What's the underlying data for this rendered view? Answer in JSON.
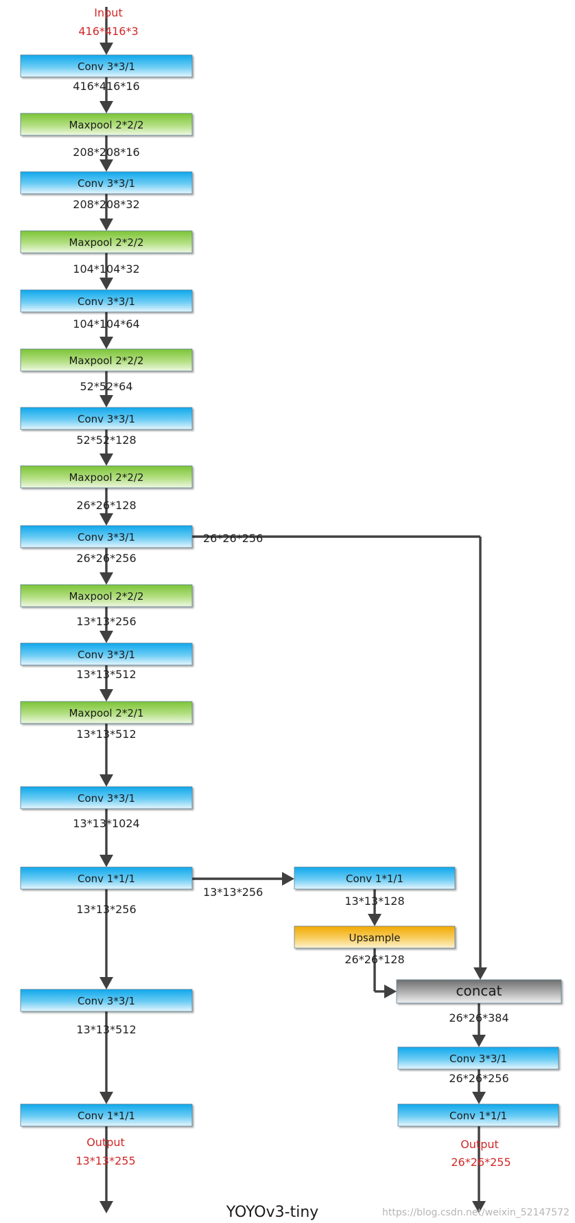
{
  "diagram": {
    "caption": "YOYOv3-tiny",
    "watermark": "https://blog.csdn.net/weixin_52147572",
    "colors": {
      "conv": "#29b6ee",
      "maxpool": "#8cc83c",
      "upsample": "#f4b320",
      "concat": "#8a8a8a",
      "io_text": "#d02828",
      "arrow": "#404040"
    },
    "input": {
      "label": "Input",
      "shape": "416*416*3"
    },
    "left_blocks": [
      {
        "kind": "conv",
        "label": "Conv 3*3/1",
        "out": "416*416*16"
      },
      {
        "kind": "maxpool",
        "label": "Maxpool 2*2/2",
        "out": "208*208*16"
      },
      {
        "kind": "conv",
        "label": "Conv 3*3/1",
        "out": "208*208*32"
      },
      {
        "kind": "maxpool",
        "label": "Maxpool 2*2/2",
        "out": "104*104*32"
      },
      {
        "kind": "conv",
        "label": "Conv 3*3/1",
        "out": "104*104*64"
      },
      {
        "kind": "maxpool",
        "label": "Maxpool 2*2/2",
        "out": "52*52*64"
      },
      {
        "kind": "conv",
        "label": "Conv 3*3/1",
        "out": "52*52*128"
      },
      {
        "kind": "maxpool",
        "label": "Maxpool 2*2/2",
        "out": "26*26*128"
      },
      {
        "kind": "conv",
        "label": "Conv 3*3/1",
        "out": "26*26*256"
      },
      {
        "kind": "maxpool",
        "label": "Maxpool 2*2/2",
        "out": "13*13*256"
      },
      {
        "kind": "conv",
        "label": "Conv 3*3/1",
        "out": "13*13*512"
      },
      {
        "kind": "maxpool",
        "label": "Maxpool 2*2/1",
        "out": "13*13*512"
      },
      {
        "kind": "conv",
        "label": "Conv 3*3/1",
        "out": "13*13*1024"
      },
      {
        "kind": "conv",
        "label": "Conv 1*1/1",
        "out": "13*13*256"
      },
      {
        "kind": "conv",
        "label": "Conv 3*3/1",
        "out": "13*13*512"
      },
      {
        "kind": "conv",
        "label": "Conv 1*1/1",
        "out": ""
      }
    ],
    "left_output": {
      "label": "Output",
      "shape": "13*13*255"
    },
    "skip_label": "26*26*256",
    "branch_label": "13*13*256",
    "right_blocks": [
      {
        "kind": "conv",
        "label": "Conv 1*1/1",
        "out": "13*13*128"
      },
      {
        "kind": "upsample",
        "label": "Upsample",
        "out": "26*26*128"
      },
      {
        "kind": "concat",
        "label": "concat",
        "out": "26*26*384"
      },
      {
        "kind": "conv",
        "label": "Conv 3*3/1",
        "out": "26*26*256"
      },
      {
        "kind": "conv",
        "label": "Conv 1*1/1",
        "out": ""
      }
    ],
    "right_output": {
      "label": "Output",
      "shape": "26*26*255"
    }
  }
}
